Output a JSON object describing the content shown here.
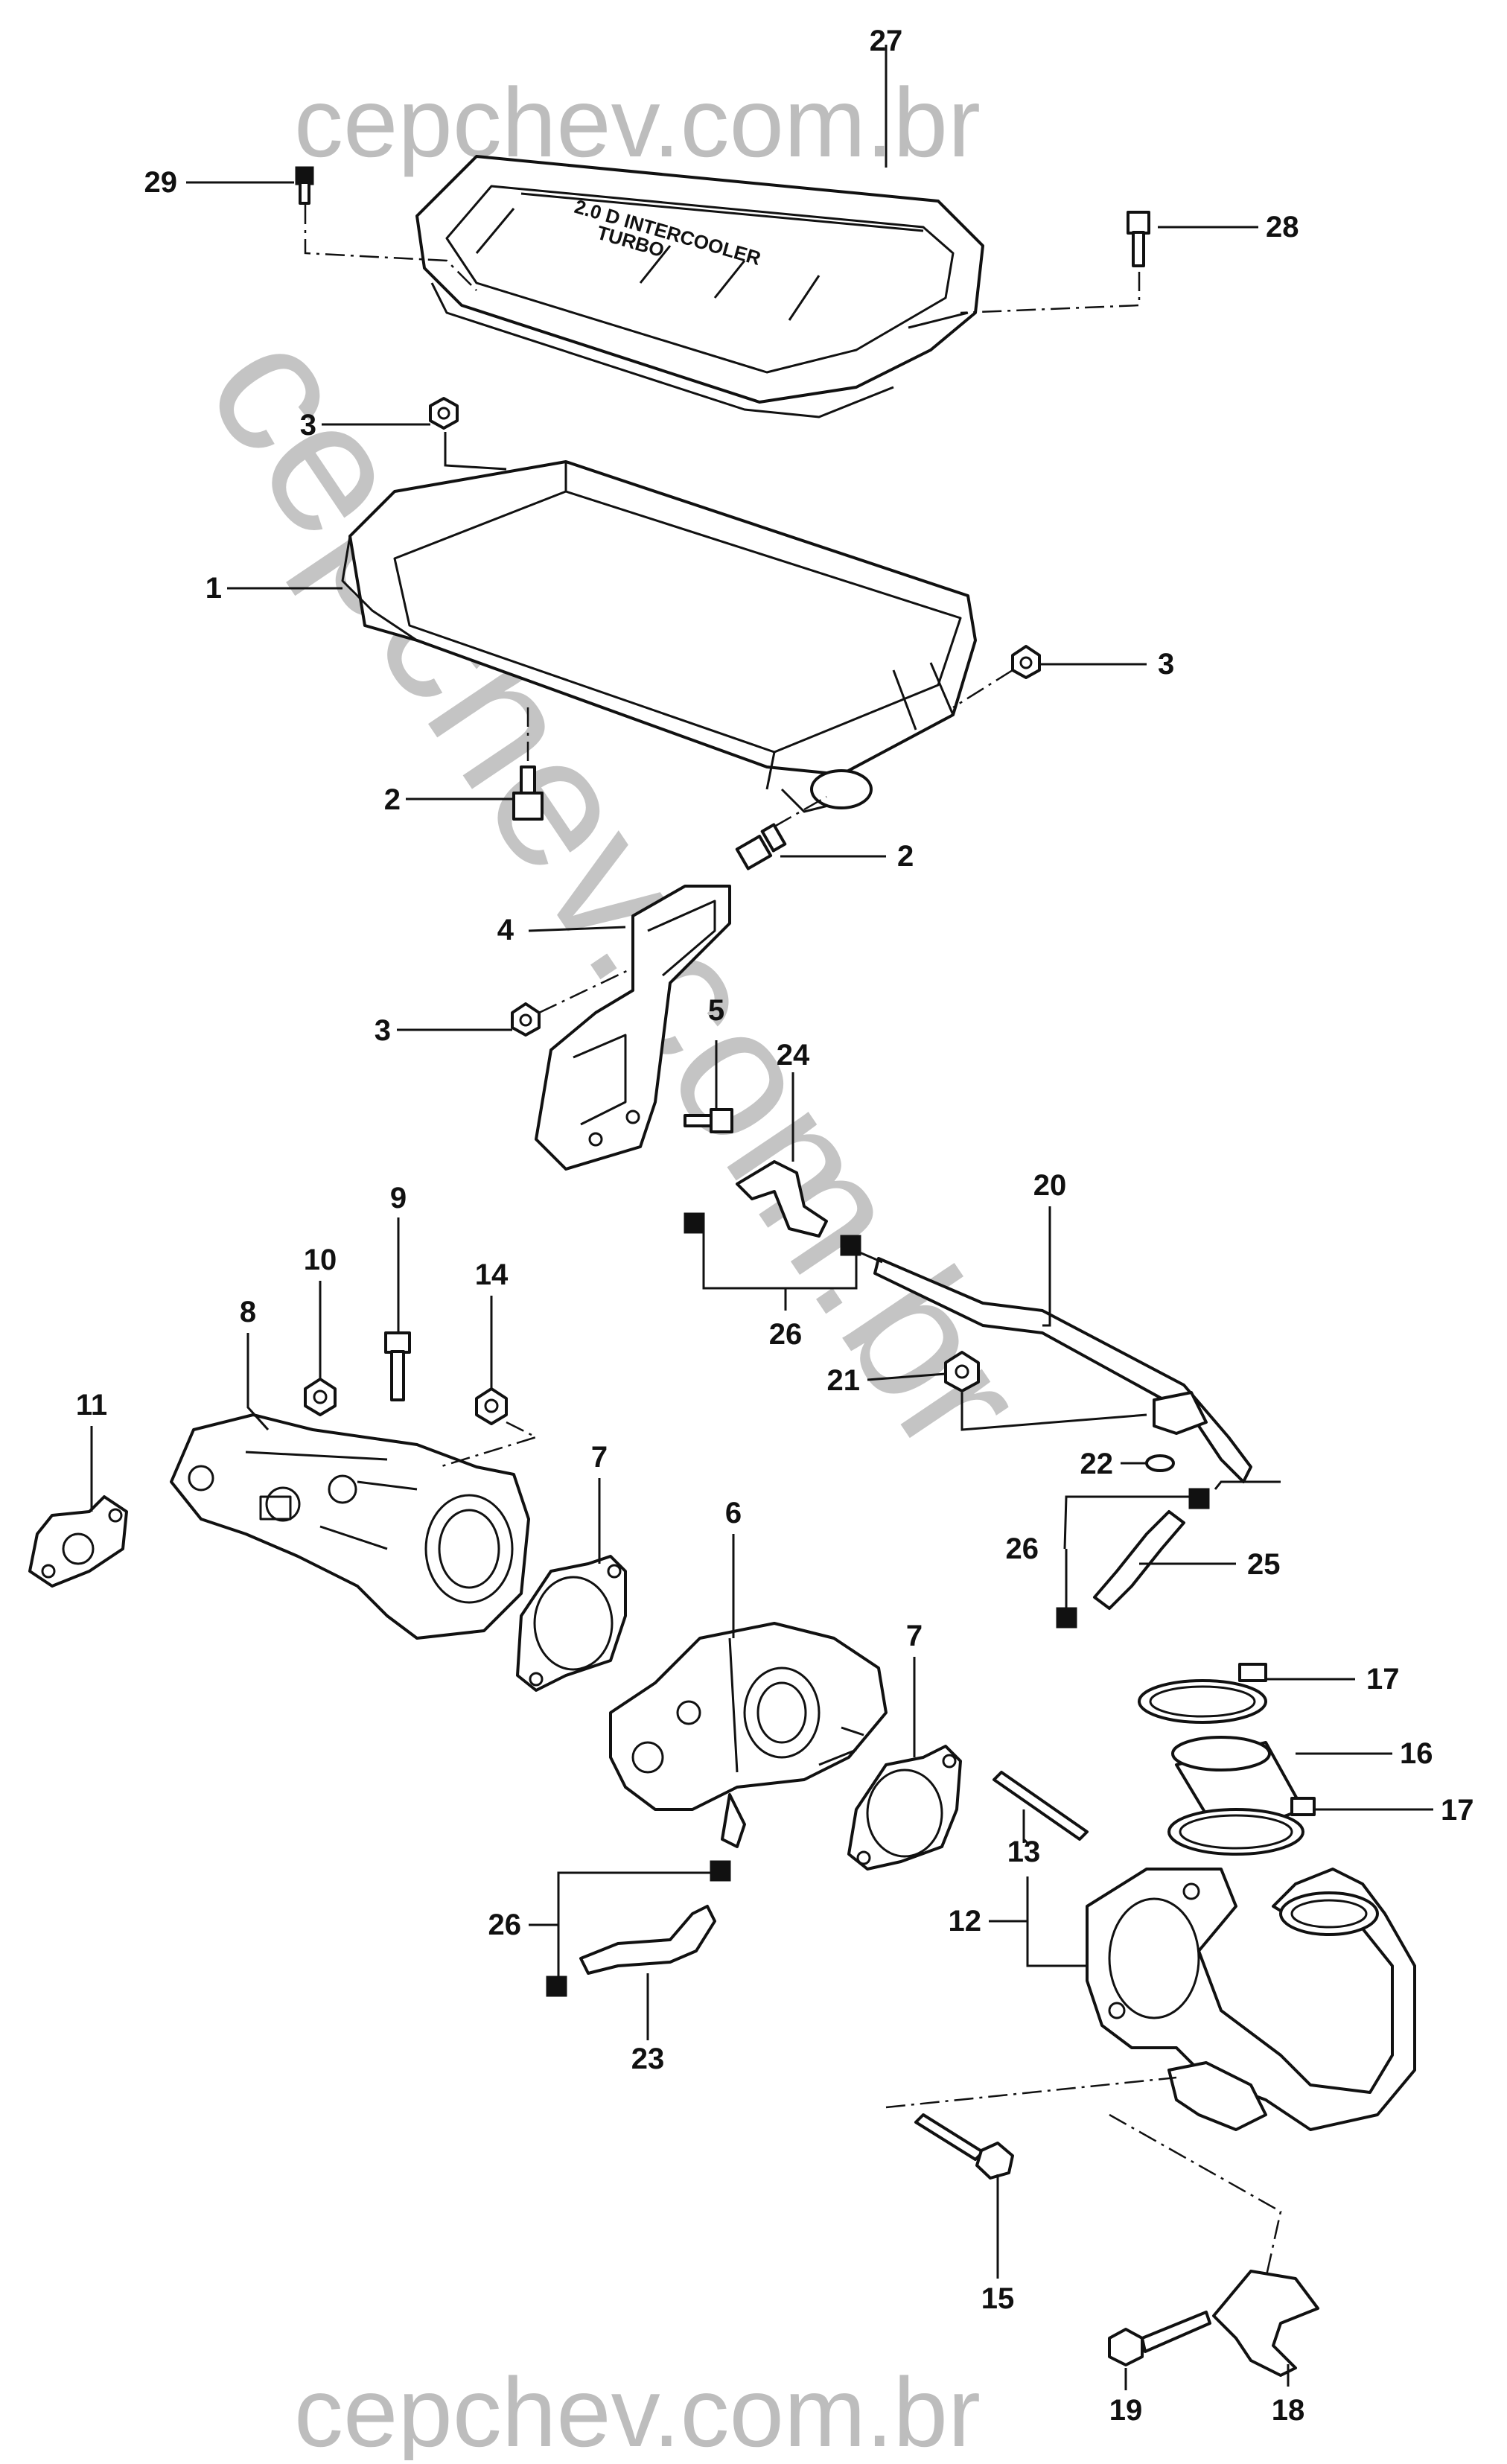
{
  "watermark": {
    "top": "cepchev.com.br",
    "diagonal": "cepchev.com.br",
    "bottom": "cepchev.com.br"
  },
  "callouts": {
    "c27": "27",
    "c29": "29",
    "c28": "28",
    "c3a": "3",
    "c1": "1",
    "c3b": "3",
    "c2a": "2",
    "c2b": "2",
    "c4": "4",
    "c3c": "3",
    "c5": "5",
    "c24": "24",
    "c20": "20",
    "c9": "9",
    "c10": "10",
    "c14": "14",
    "c8": "8",
    "c11": "11",
    "c26a": "26",
    "c21": "21",
    "c7a": "7",
    "c6": "6",
    "c22": "22",
    "c26b": "26",
    "c25": "25",
    "c17a": "17",
    "c16": "16",
    "c17b": "17",
    "c7b": "7",
    "c13": "13",
    "c26c": "26",
    "c12": "12",
    "c23": "23",
    "c15": "15",
    "c19": "19",
    "c18": "18"
  },
  "cover_text": {
    "line1": "2.0 D INTERCOOLER",
    "line2": "TURBO"
  }
}
